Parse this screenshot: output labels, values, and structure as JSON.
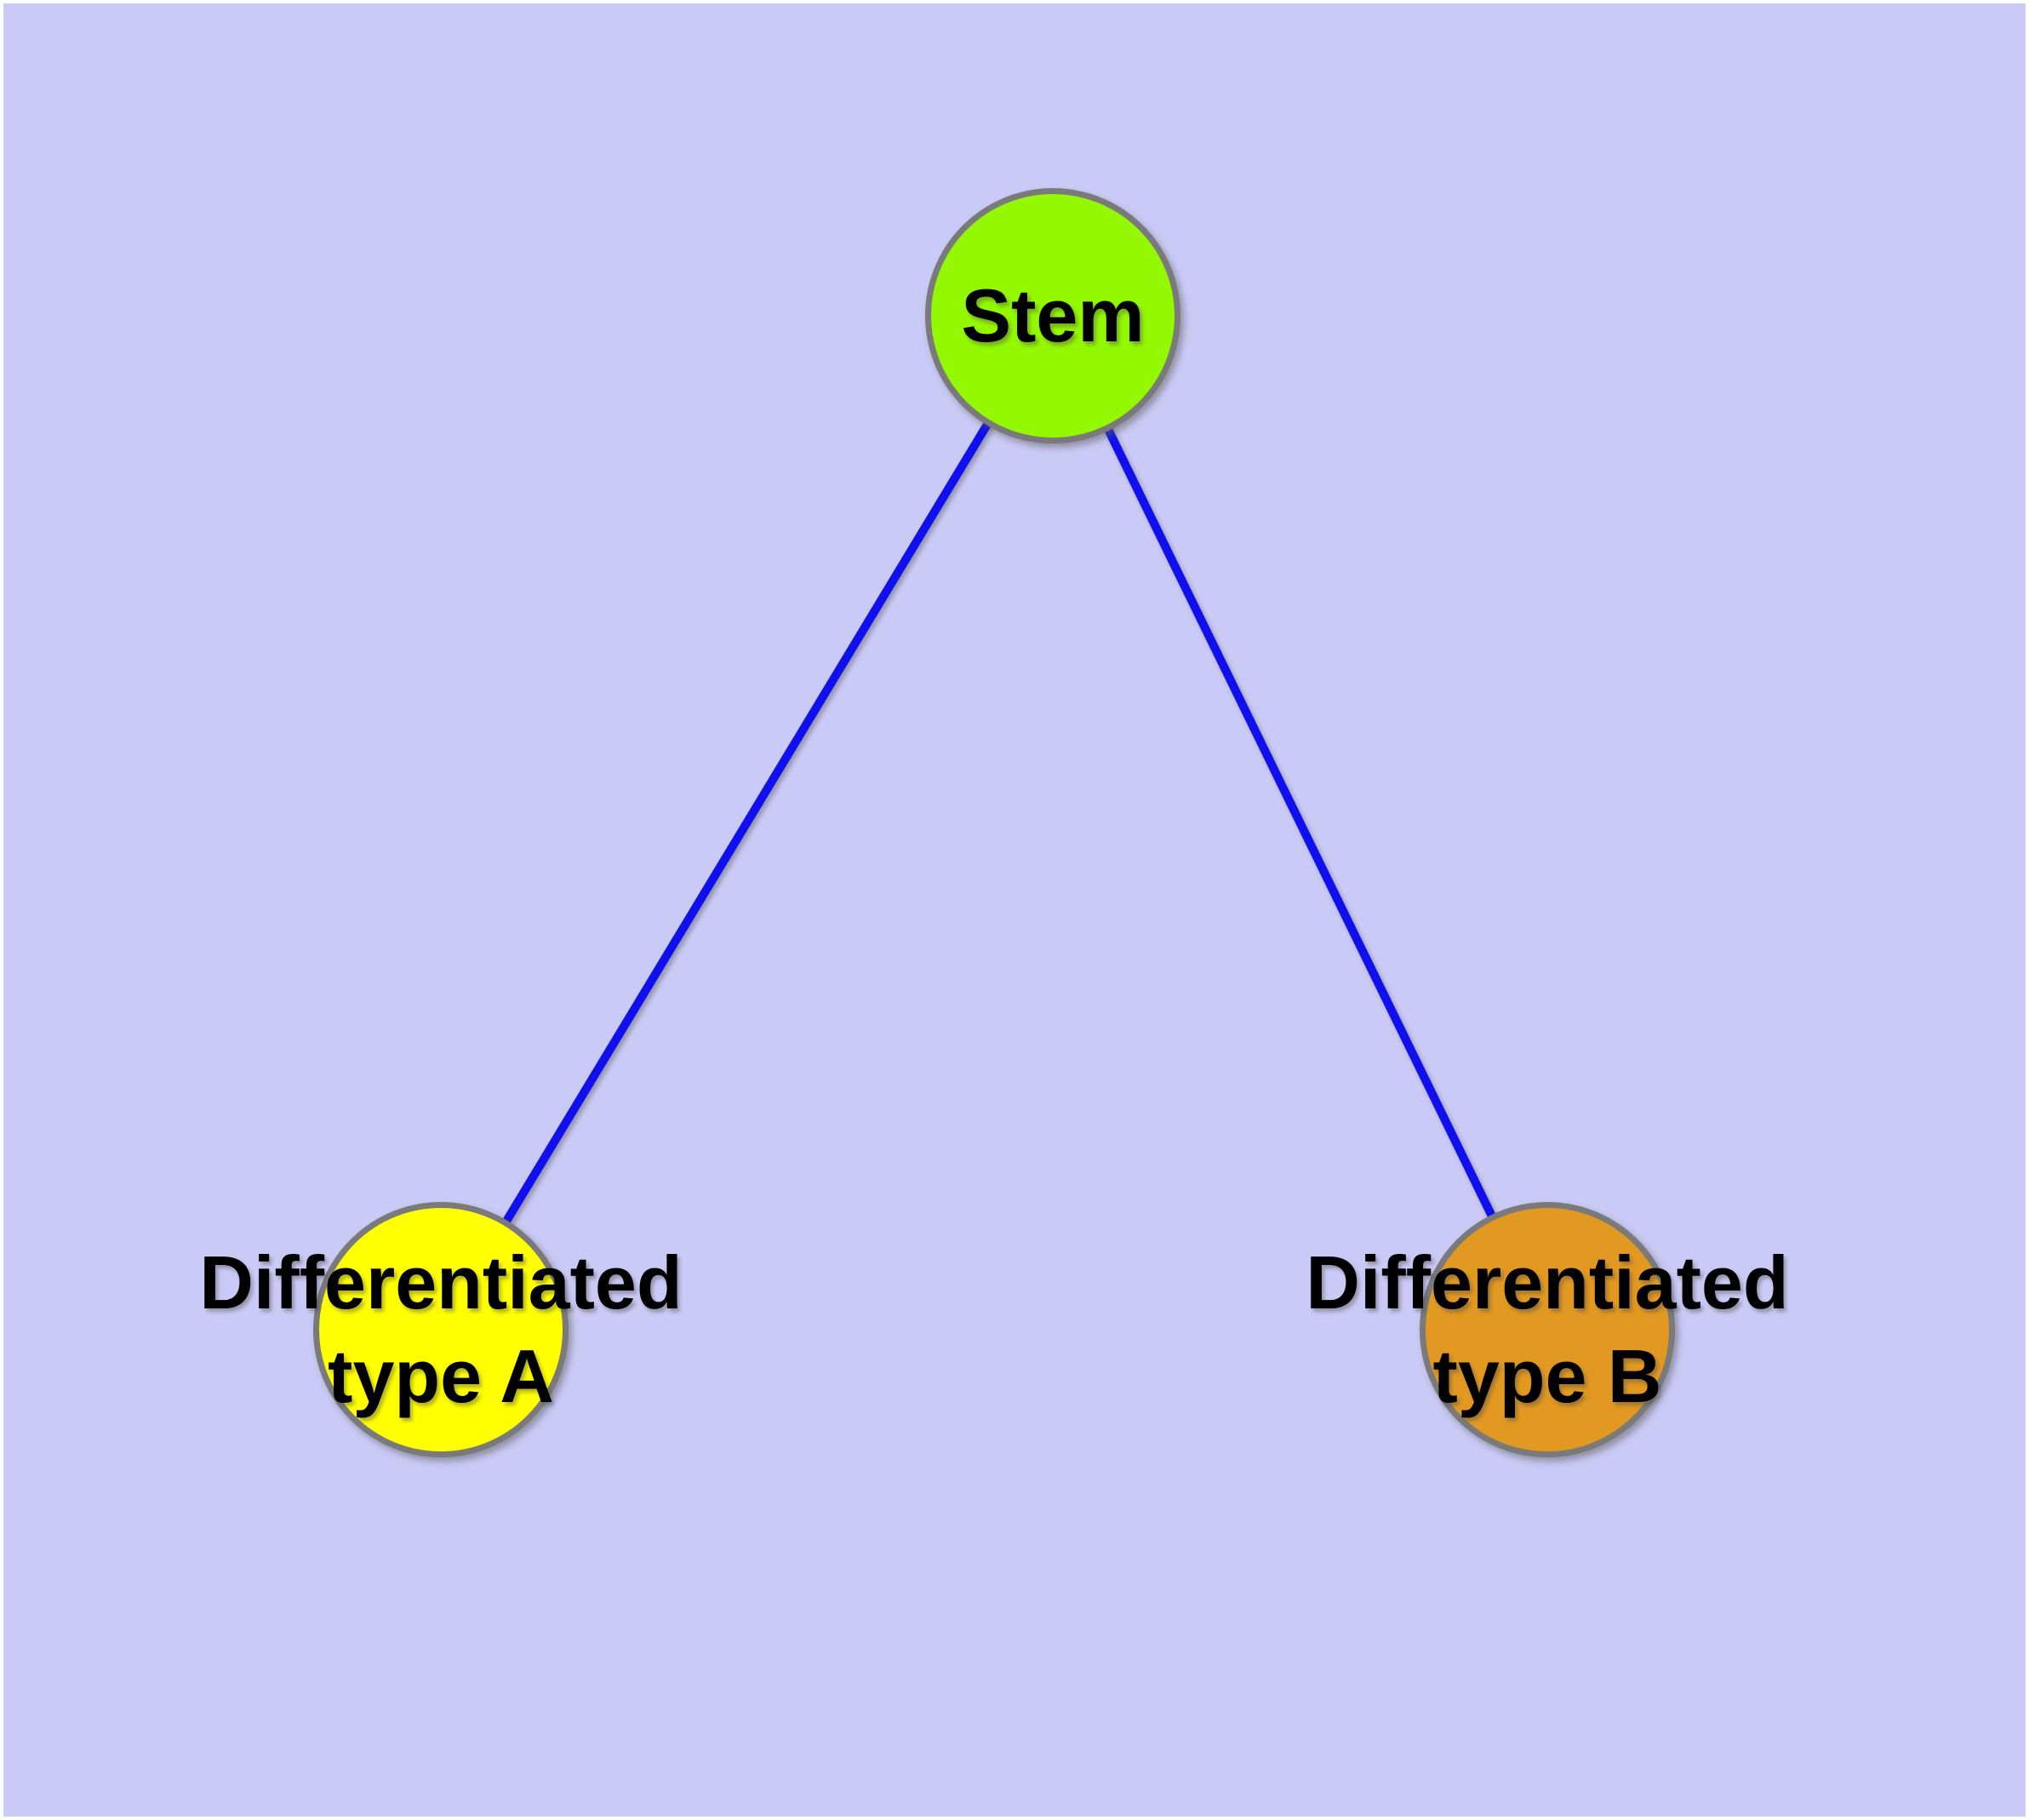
{
  "diagram": {
    "background_color": "#CACAF6",
    "frame_color": "#FFFFFF",
    "text_color": "#000000",
    "edge_color": "#1010EE",
    "node_border_color": "#7A7A7A",
    "nodes": [
      {
        "id": "stem",
        "label": "Stem",
        "fill_color": "#93F802"
      },
      {
        "id": "differentiated-type-a",
        "label_line1": "Differentiated",
        "label_line2": "type A",
        "fill_color": "#FFFF00"
      },
      {
        "id": "differentiated-type-b",
        "label_line1": "Differentiated",
        "label_line2": "type B",
        "fill_color": "#E29921"
      }
    ],
    "edges": [
      {
        "from": "Stem",
        "to": "Differentiated type A"
      },
      {
        "from": "Stem",
        "to": "Differentiated type B"
      }
    ]
  }
}
